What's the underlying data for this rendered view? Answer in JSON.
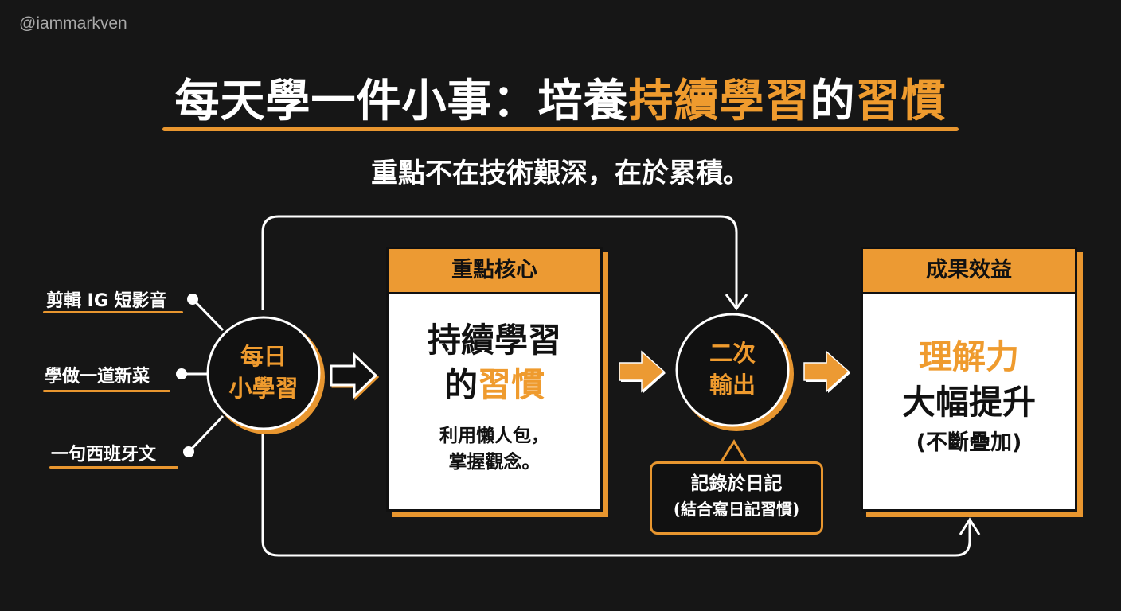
{
  "watermark": "@iammarkven",
  "header": {
    "title_part1": "每天學一件小事：培養",
    "title_highlight1": "持續學習",
    "title_part2": "的",
    "title_highlight2": "習慣",
    "subtitle": "重點不在技術艱深，在於累積。"
  },
  "sources": [
    {
      "label": "剪輯 IG 短影音"
    },
    {
      "label": "學做一道新菜"
    },
    {
      "label": "一句西班牙文"
    }
  ],
  "start_node": {
    "line1": "每日",
    "line2": "小學習"
  },
  "core_card": {
    "header": "重點核心",
    "main_line1": "持續學習",
    "main_line2_prefix": "的",
    "main_line2_highlight": "習慣",
    "detail_line1": "利用懶人包，",
    "detail_line2": "掌握觀念。"
  },
  "output_node": {
    "line1": "二次",
    "line2": "輸出"
  },
  "output_callout": {
    "line1": "記錄於日記",
    "line2": "(結合寫日記習慣)"
  },
  "result_card": {
    "header": "成果效益",
    "highlight": "理解力",
    "main": "大幅提升",
    "note": "(不斷疊加)"
  },
  "colors": {
    "background": "#161616",
    "accent": "#ec9a33",
    "text": "#ffffff",
    "card": "#ffffff"
  }
}
